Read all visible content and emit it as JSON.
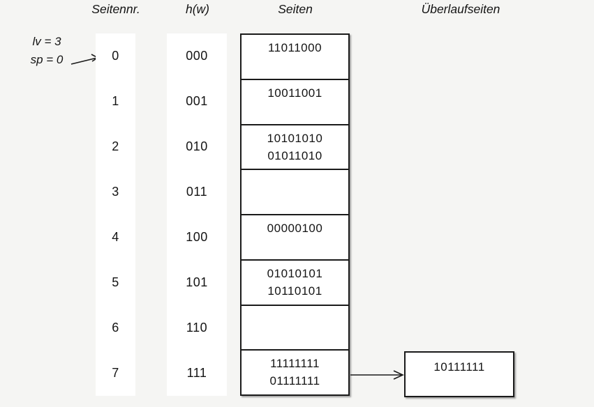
{
  "page": {
    "background": "#f5f5f3",
    "box_background": "#ffffff",
    "border_color": "#1a1a1a",
    "text_color": "#141414"
  },
  "headers": {
    "seitennr": "Seitennr.",
    "hash_function": "h(w)",
    "seiten": "Seiten",
    "ueberlaufseiten": "Überlaufseiten"
  },
  "annotation": {
    "line1": "lv = 3",
    "line2": "sp = 0"
  },
  "rows": [
    {
      "nr": "0",
      "hw": "000",
      "entries": [
        "11011000"
      ]
    },
    {
      "nr": "1",
      "hw": "001",
      "entries": [
        "10011001"
      ]
    },
    {
      "nr": "2",
      "hw": "010",
      "entries": [
        "10101010",
        "01011010"
      ]
    },
    {
      "nr": "3",
      "hw": "011",
      "entries": []
    },
    {
      "nr": "4",
      "hw": "100",
      "entries": [
        "00000100"
      ]
    },
    {
      "nr": "5",
      "hw": "101",
      "entries": [
        "01010101",
        "10110101"
      ]
    },
    {
      "nr": "6",
      "hw": "110",
      "entries": []
    },
    {
      "nr": "7",
      "hw": "111",
      "entries": [
        "11111111",
        "01111111"
      ]
    }
  ],
  "overflow": {
    "attached_to_row": "7",
    "entries": [
      "10111111"
    ]
  }
}
